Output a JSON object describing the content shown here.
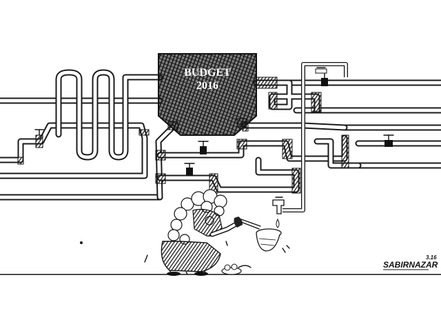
{
  "tank": {
    "line1": "BUDGET",
    "line2": "2016"
  },
  "signature": {
    "name": "SABIRNAZAR",
    "date": "3.16"
  },
  "colors": {
    "ink": "#111111",
    "paper": "#ffffff"
  }
}
